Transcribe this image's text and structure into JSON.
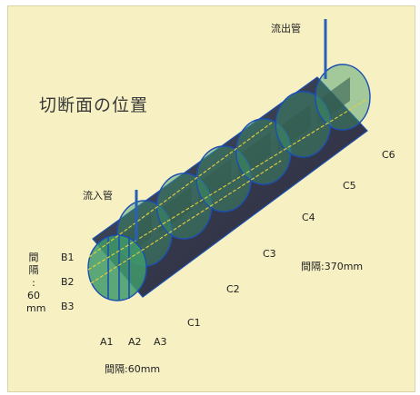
{
  "title": "切断面の位置",
  "pipes": {
    "inlet": "流入管",
    "outlet": "流出管"
  },
  "longitudinal_spacing": "間隔:370mm",
  "transverse_spacing": "間隔:60mm",
  "vertical_spacing": "間\n隔\n:\n60\nmm",
  "a_labels": [
    "A1",
    "A2",
    "A3"
  ],
  "b_labels": [
    "B1",
    "B2",
    "B3"
  ],
  "c_labels": [
    "C1",
    "C2",
    "C3",
    "C4",
    "C5",
    "C6"
  ],
  "colors": {
    "background": "#f6f0c3",
    "section_fill": "#3f9a6a",
    "outline": "#1b4fb0",
    "section_line_b": "#e8d03a",
    "body_dark": "#3c3e52",
    "pipe": "#2a5fb6"
  }
}
